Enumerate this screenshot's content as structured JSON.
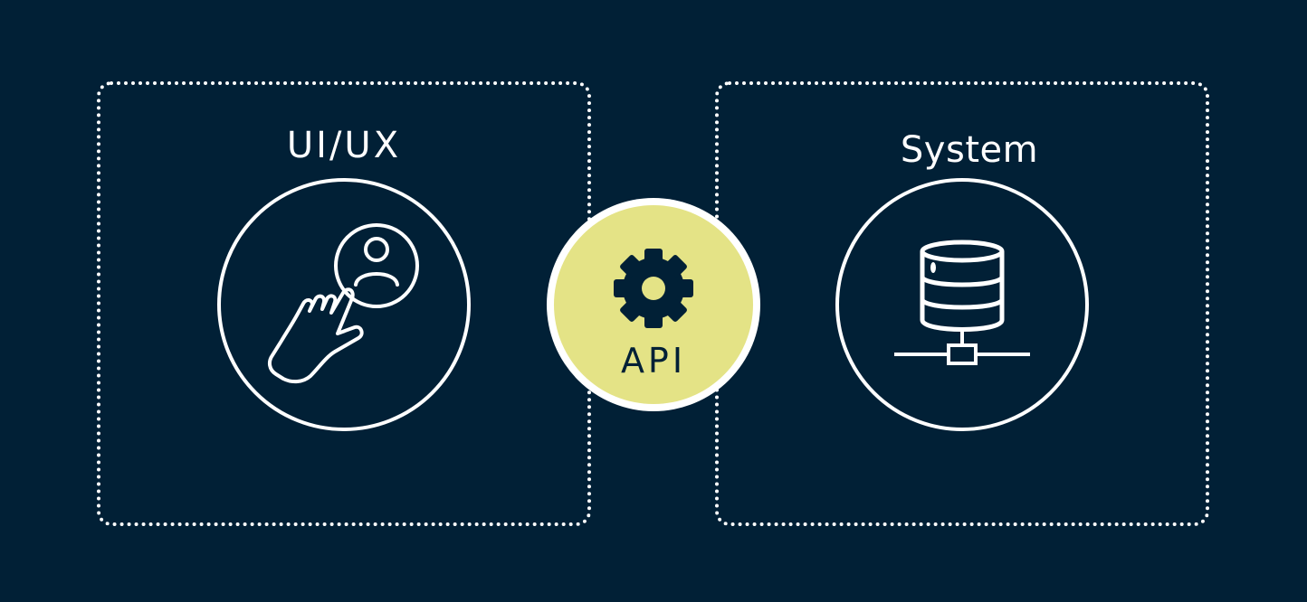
{
  "diagram": {
    "colors": {
      "background": "#012036",
      "stroke": "#ffffff",
      "api_fill": "#e4e386",
      "api_text": "#012036"
    },
    "left_panel": {
      "title": "UI/UX",
      "icon": "touch-user-icon"
    },
    "center_node": {
      "label": "API",
      "icon": "gear-icon"
    },
    "right_panel": {
      "title": "System",
      "icon": "database-server-icon"
    }
  }
}
